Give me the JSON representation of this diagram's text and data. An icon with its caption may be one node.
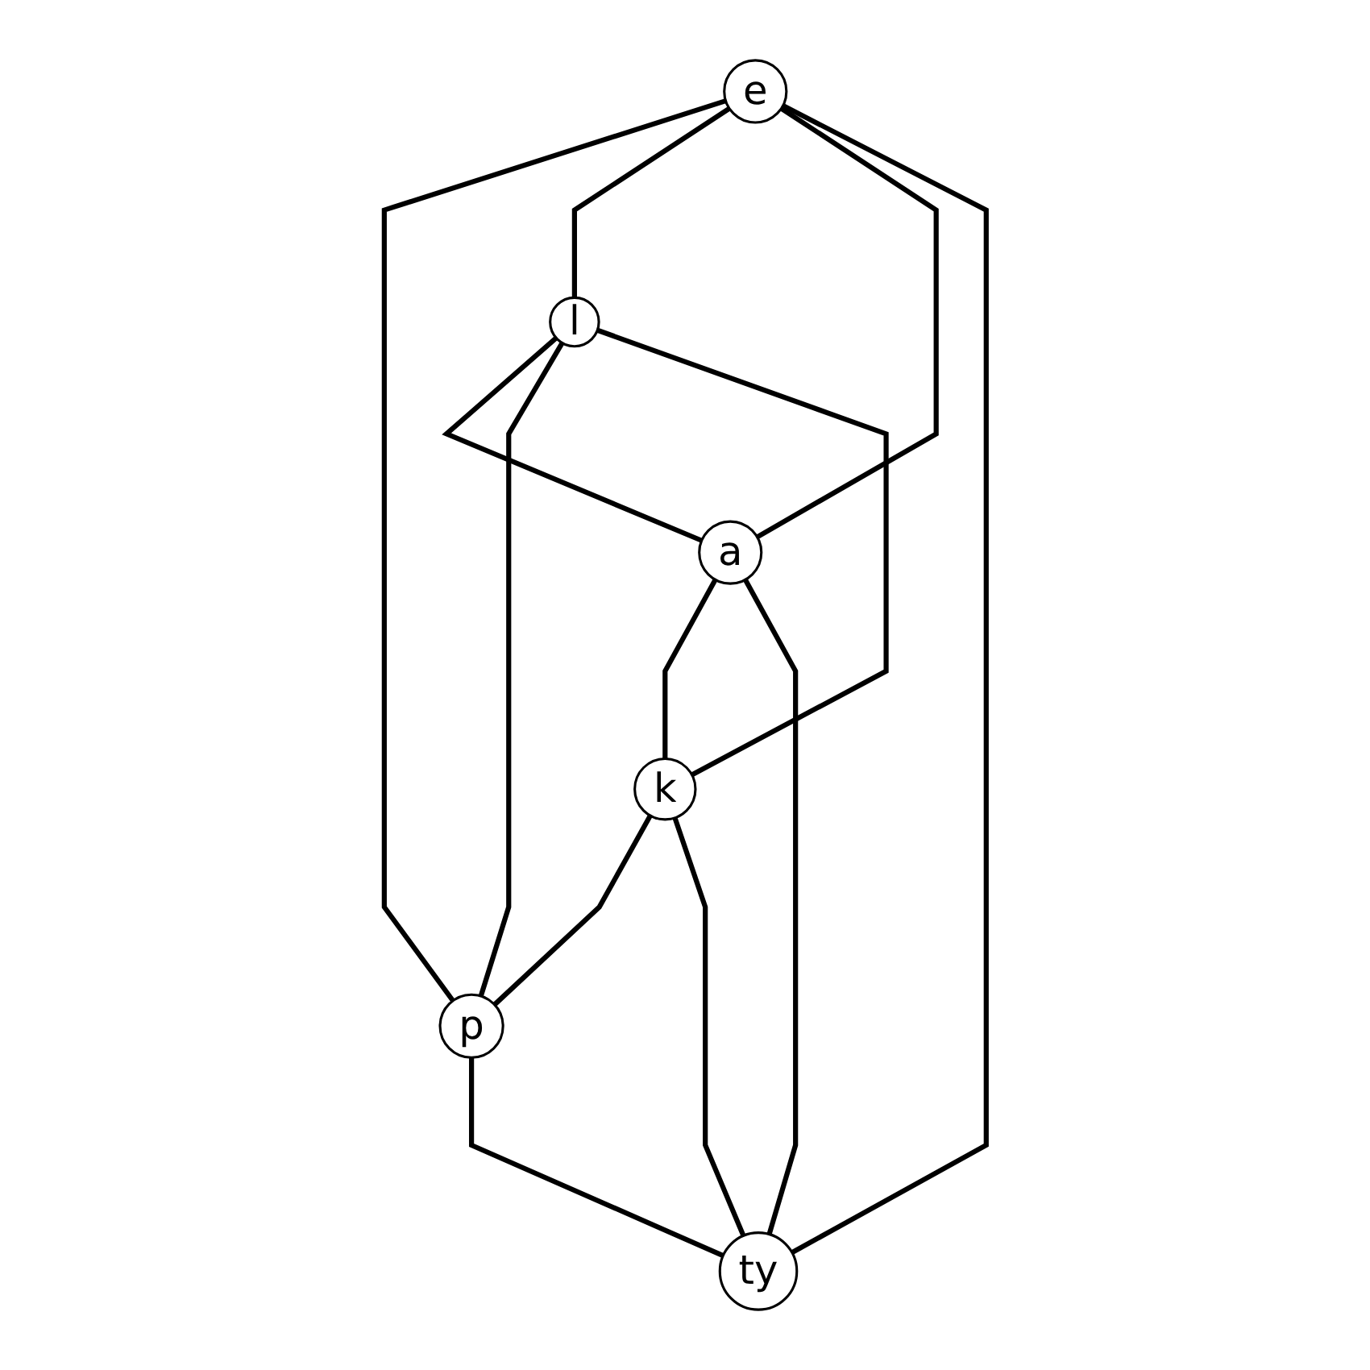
{
  "diagram": {
    "nodes": [
      {
        "text": [
          "e"
        ]
      },
      {
        "text": [
          "l"
        ]
      },
      {
        "text": [
          "a"
        ]
      },
      {
        "text": [
          "k"
        ]
      },
      {
        "text": [
          "p"
        ]
      },
      {
        "text": [
          "ty"
        ]
      }
    ],
    "edges": [
      {
        "from": 0,
        "to": 4,
        "arrow": "none"
      },
      {
        "from": 0,
        "to": 1,
        "arrow": "none"
      },
      {
        "from": 0,
        "to": 2,
        "arrow": "none"
      },
      {
        "from": 0,
        "to": 5,
        "arrow": "none"
      },
      {
        "from": 1,
        "to": 2,
        "arrow": "none"
      },
      {
        "from": 1,
        "to": 4,
        "arrow": "none"
      },
      {
        "from": 1,
        "to": 3,
        "arrow": "none"
      },
      {
        "from": 2,
        "to": 3,
        "arrow": "none"
      },
      {
        "from": 2,
        "to": 5,
        "arrow": "none"
      },
      {
        "from": 3,
        "to": 4,
        "arrow": "none"
      },
      {
        "from": 3,
        "to": 5,
        "arrow": "none"
      },
      {
        "from": 4,
        "to": 5,
        "arrow": "none"
      }
    ]
  }
}
